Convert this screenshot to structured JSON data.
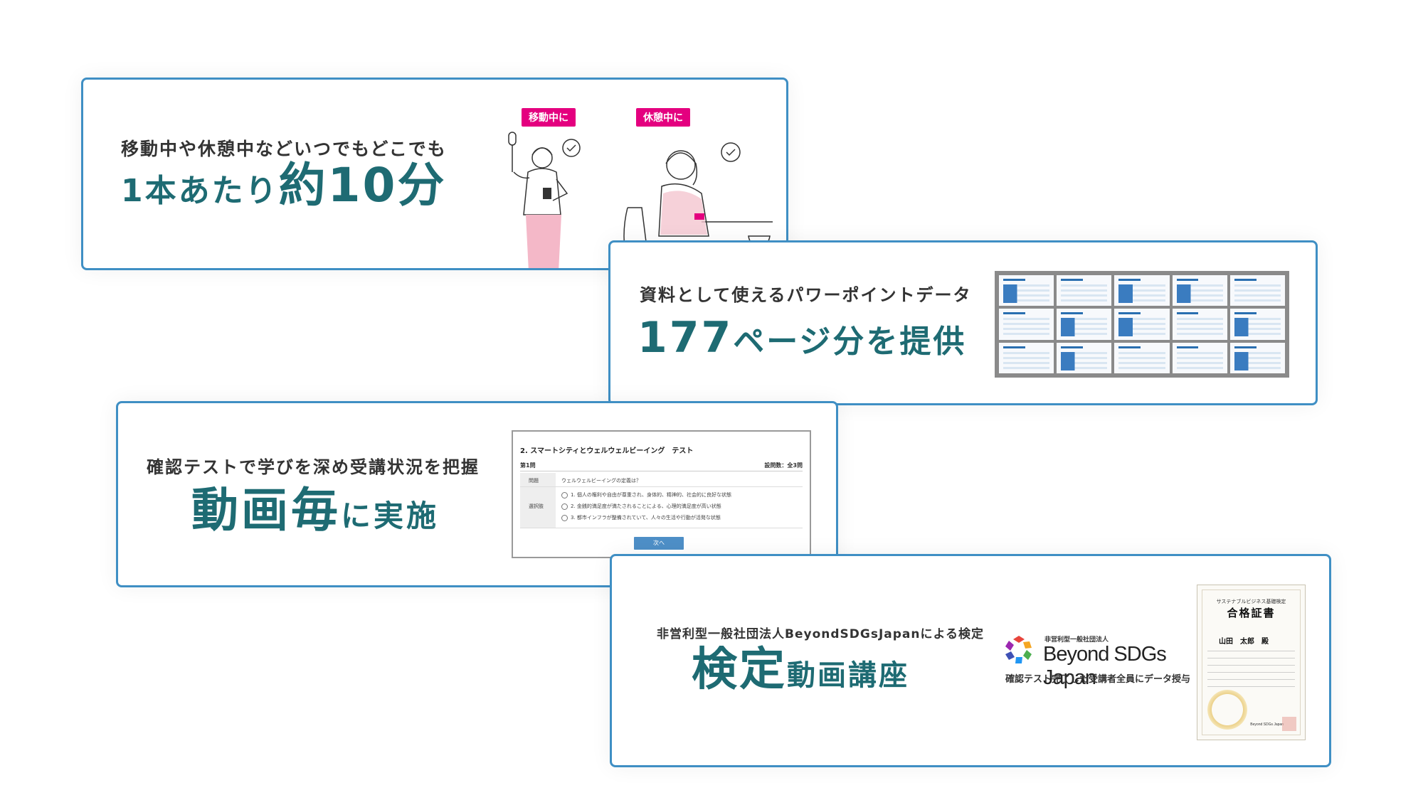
{
  "card_video_length": {
    "subtitle": "移動中や休憩中などいつでもどこでも",
    "main_prefix": "1本あたり",
    "main_emphasis": "約10分",
    "tag_moving": "移動中に",
    "tag_resting": "休憩中に"
  },
  "card_powerpoint": {
    "subtitle": "資料として使えるパワーポイントデータ",
    "main_number": "177",
    "main_suffix": "ページ分を提供"
  },
  "card_test": {
    "subtitle": "確認テストで学びを深め受講状況を把握",
    "main_emphasis": "動画毎",
    "main_suffix": "に実施",
    "quiz": {
      "title": "2. スマートシティとウェルウェルビーイング　テスト",
      "question_no": "第1問",
      "question_count": "設問数：全3問",
      "question_label": "問題",
      "question_text": "ウェルウェルビーイングの定義は？",
      "options_label": "選択肢",
      "options": [
        "1. 個人の権利や自由が尊重され、身体的、精神的、社会的に良好な状態",
        "2. 金銭的満足度が満たされることによる、心理的満足度が高い状態",
        "3. 都市インフラが整備されていて、人々の生活や行動が活発な状態"
      ],
      "next_button": "次へ"
    }
  },
  "card_certification": {
    "subtitle": "非営利型一般社団法人BeyondSDGsJapanによる検定",
    "main_emphasis": "検定",
    "main_suffix": "動画講座",
    "logo_small": "非営利型一般社団法人",
    "logo_name": "Beyond SDGs Japan",
    "logo_caption": "確認テスト完了した受講者全員にデータ授与",
    "certificate": {
      "subtitle": "サステナブルビジネス基礎検定",
      "title": "合格証書",
      "name": "山田　太郎　殿",
      "org": "Beyond SDGs Japan"
    }
  },
  "colors": {
    "card_border": "#3f8fc4",
    "headline": "#1e6b73",
    "tag": "#e4007f",
    "button": "#4e8fc7"
  }
}
